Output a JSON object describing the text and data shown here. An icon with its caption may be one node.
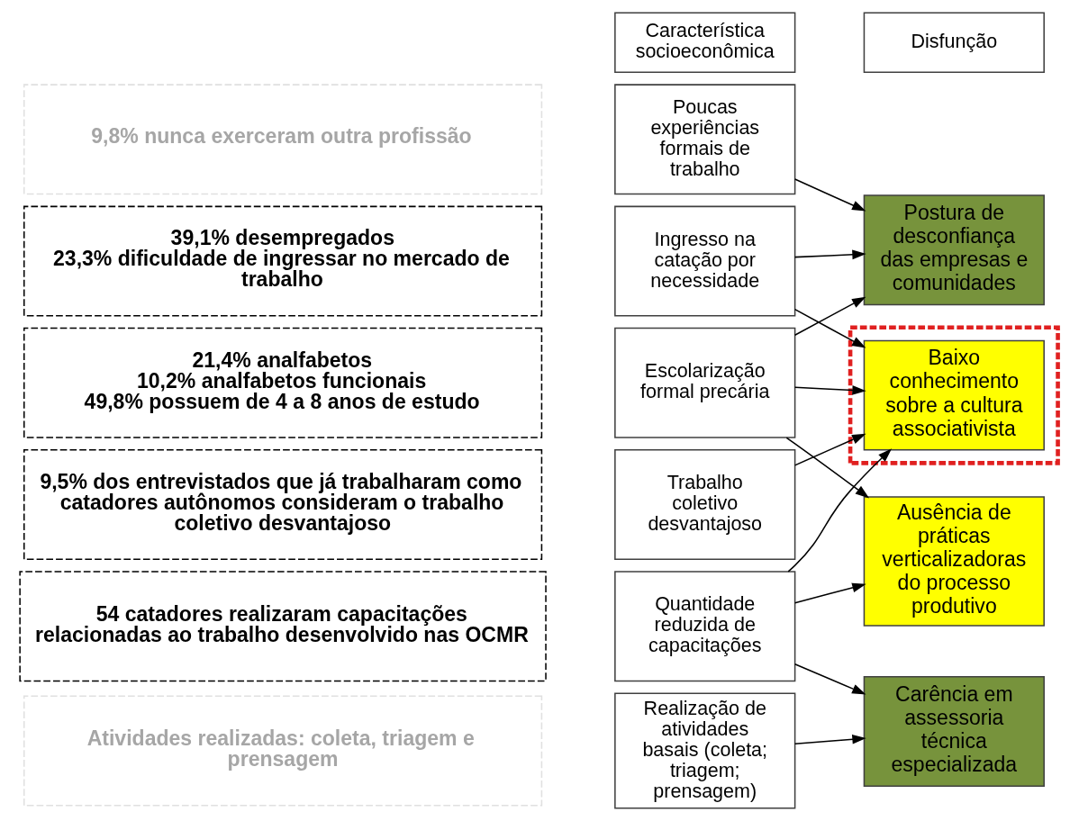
{
  "diagram": {
    "nodes": [
      {
        "text": [
          "Característica socioeconômica"
        ]
      },
      {
        "text": [
          "Disfunção"
        ]
      },
      {
        "text": [
          "9,8% nunca exerceram outra profissão"
        ]
      },
      {
        "text": [
          "39,1% desempregados",
          "23,3% dificuldade de ingressar no mercado de trabalho"
        ]
      },
      {
        "text": [
          "21,4% analfabetos",
          "10,2% analfabetos funcionais",
          "49,8% possuem de 4 a 8 anos de estudo"
        ]
      },
      {
        "text": [
          "9,5% dos entrevistados que já trabalharam como catadores autônomos consideram o trabalho coletivo desvantajoso"
        ]
      },
      {
        "text": [
          "54 catadores realizaram capacitações relacionadas ao trabalho desenvolvido nas OCMR"
        ]
      },
      {
        "text": [
          "Atividades realizadas: coleta, triagem e prensagem"
        ]
      },
      {
        "text": [
          "Poucas experiências formais de trabalho"
        ]
      },
      {
        "text": [
          "Ingresso na catação por necessidade"
        ]
      },
      {
        "text": [
          "Escolarização formal precária"
        ]
      },
      {
        "text": [
          "Trabalho coletivo desvantajoso"
        ]
      },
      {
        "text": [
          "Quantidade reduzida de capacitações"
        ]
      },
      {
        "text": [
          "Realização de atividades basais (coleta; triagem; prensagem)"
        ]
      },
      {
        "text": [
          "Postura de desconfiança das empresas e comunidades"
        ]
      },
      {
        "text": [],
        "shape": "box"
      },
      {
        "text": [
          "Baixo conhecimento sobre a cultura associativista"
        ],
        "in": 15
      },
      {
        "text": [
          "Ausência de práticas verticalizadoras do processo produtivo"
        ]
      },
      {
        "text": [
          "Carência em assessoria técnica especializada"
        ]
      }
    ],
    "edges": [
      {
        "from": 8,
        "to": 14,
        "arrow": "to"
      },
      {
        "from": 9,
        "to": 14,
        "arrow": "to"
      },
      {
        "from": 9,
        "to": 16,
        "arrow": "to"
      },
      {
        "from": 10,
        "to": 14,
        "arrow": "to"
      },
      {
        "from": 10,
        "to": 16,
        "arrow": "to"
      },
      {
        "from": 10,
        "to": 17,
        "arrow": "to"
      },
      {
        "from": 11,
        "to": 16,
        "arrow": "to"
      },
      {
        "from": 12,
        "to": 16,
        "arrow": "to"
      },
      {
        "from": 12,
        "to": 17,
        "arrow": "to"
      },
      {
        "from": 12,
        "to": 18,
        "arrow": "to"
      },
      {
        "from": 13,
        "to": 18,
        "arrow": "to"
      }
    ]
  }
}
